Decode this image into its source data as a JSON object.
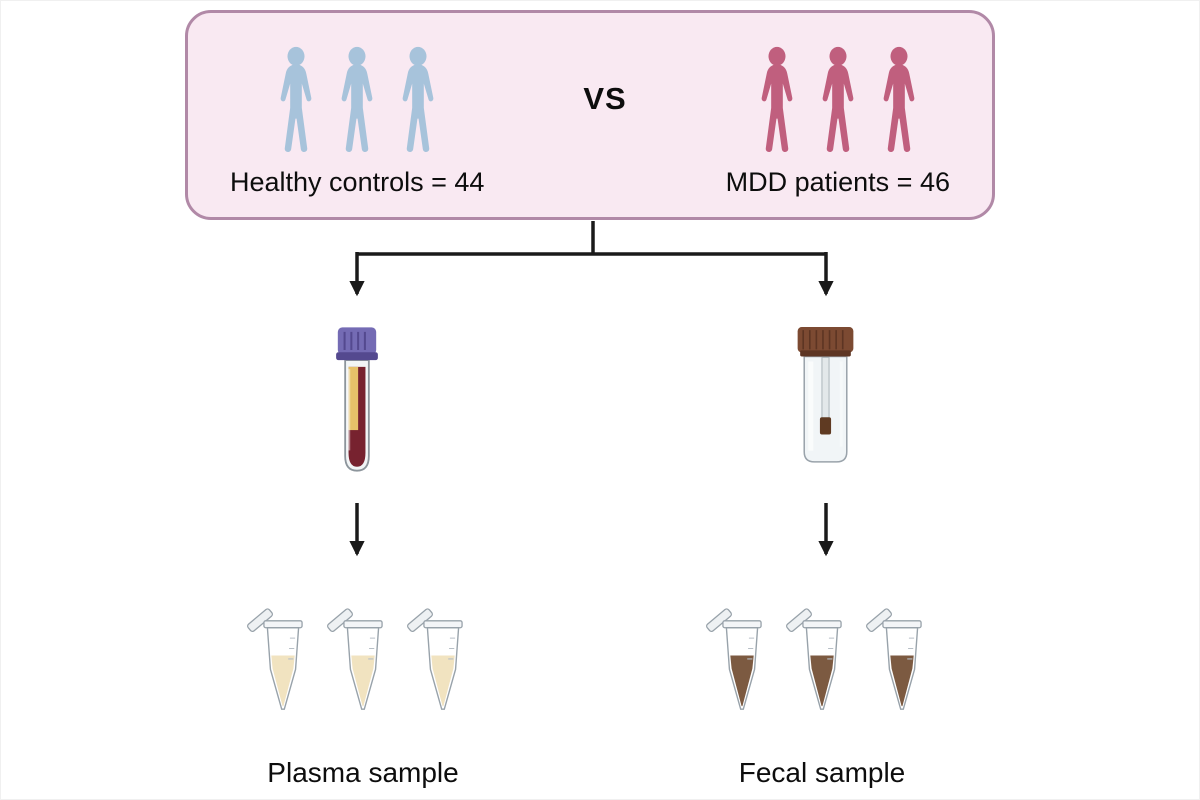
{
  "cohort_box": {
    "background_color": "#f9e9f2",
    "border_color": "#b189a7",
    "vs_label": "VS",
    "healthy_group": {
      "label": "Healthy controls = 44",
      "silhouette_color": "#a7c3db",
      "silhouette_count": 3
    },
    "mdd_group": {
      "label": "MDD patients = 46",
      "silhouette_color": "#c05f7e",
      "silhouette_count": 3
    }
  },
  "specimens": {
    "blood_tube": {
      "cap_color": "#746bb4",
      "cap_shade_color": "#54498f",
      "plasma_layer_color": "#e6c169",
      "blood_layer_color": "#77222f"
    },
    "fecal_container": {
      "cap_color": "#7c4a32",
      "cap_shade_color": "#5d3523",
      "sample_color": "#5f3a22"
    }
  },
  "outputs": {
    "plasma": {
      "label": "Plasma sample",
      "content_color": "#f1e3c0",
      "tube_count": 3
    },
    "fecal": {
      "label": "Fecal sample",
      "content_color": "#7c5a41",
      "tube_count": 3
    }
  },
  "arrow_color": "#1a1a1a"
}
